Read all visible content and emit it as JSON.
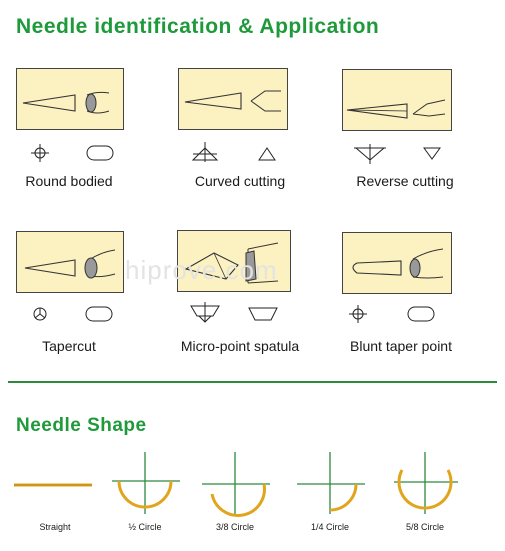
{
  "headings": {
    "identification": "Needle identification & Application",
    "shape": "Needle Shape"
  },
  "needle_types": [
    {
      "label": "Round bodied"
    },
    {
      "label": "Curved cutting"
    },
    {
      "label": "Reverse cutting"
    },
    {
      "label": "Tapercut"
    },
    {
      "label": "Micro-point spatula"
    },
    {
      "label": "Blunt taper point"
    }
  ],
  "watermark": "hiprove.com",
  "needle_shapes": [
    {
      "label": "Straight"
    },
    {
      "label": "½ Circle"
    },
    {
      "label": "3/8 Circle"
    },
    {
      "label": "1/4 Circle"
    },
    {
      "label": "5/8 Circle"
    }
  ],
  "colors": {
    "heading_green": "#1f9a3a",
    "panel_fill": "#fcf1c0",
    "needle_gold": "#e0a51c",
    "axis_green": "#2d8a3c"
  }
}
